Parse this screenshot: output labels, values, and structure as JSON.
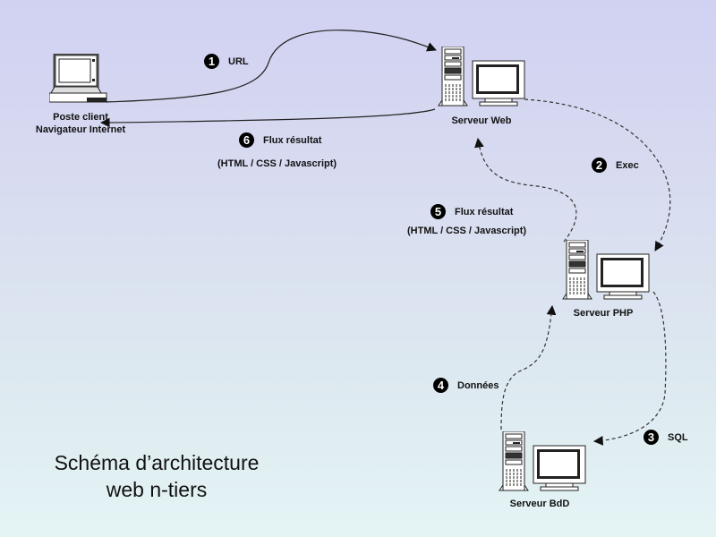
{
  "title": {
    "line1": "Schéma d’architecture",
    "line2": "web n-tiers"
  },
  "nodes": {
    "client": {
      "icon": "laptop-icon",
      "label_line1": "Poste client",
      "label_line2": "Navigateur Internet"
    },
    "web": {
      "icon": "server-workstation-icon",
      "label": "Serveur Web"
    },
    "php": {
      "icon": "server-workstation-icon",
      "label": "Serveur PHP"
    },
    "db": {
      "icon": "server-workstation-icon",
      "label": "Serveur BdD"
    }
  },
  "steps": [
    {
      "number": "1",
      "label": "URL",
      "from": "Poste client",
      "to": "Serveur Web",
      "style": "solid"
    },
    {
      "number": "2",
      "label": "Exec",
      "from": "Serveur Web",
      "to": "Serveur PHP",
      "style": "dashed"
    },
    {
      "number": "3",
      "label": "SQL",
      "from": "Serveur PHP",
      "to": "Serveur BdD",
      "style": "dashed"
    },
    {
      "number": "4",
      "label": "Données",
      "from": "Serveur BdD",
      "to": "Serveur PHP",
      "style": "dashed"
    },
    {
      "number": "5",
      "label": "Flux résultat",
      "sublabel": "(HTML / CSS / Javascript)",
      "from": "Serveur PHP",
      "to": "Serveur Web",
      "style": "dashed"
    },
    {
      "number": "6",
      "label": "Flux résultat",
      "sublabel": "(HTML / CSS / Javascript)",
      "from": "Serveur Web",
      "to": "Poste client",
      "style": "solid"
    }
  ],
  "colors": {
    "background_top": "#d1d1f2",
    "background_bottom": "#e4f4f5",
    "line": "#222222",
    "badge": "#000000"
  }
}
